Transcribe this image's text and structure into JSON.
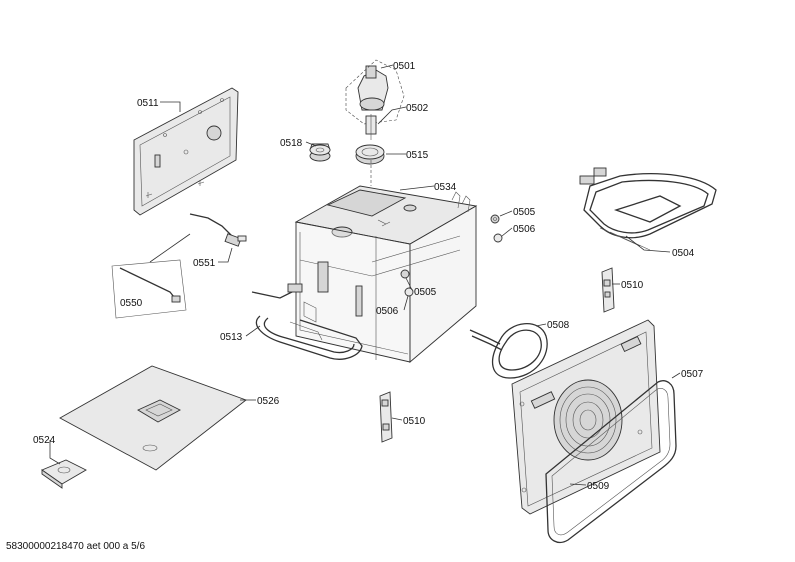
{
  "labels": {
    "l0501": "0501",
    "l0502": "0502",
    "l0515": "0515",
    "l0518": "0518",
    "l0511": "0511",
    "l0534": "0534",
    "l0505a": "0505",
    "l0506a": "0506",
    "l0504": "0504",
    "l0551": "0551",
    "l0550": "0550",
    "l0505b": "0505",
    "l0506b": "0506",
    "l0510a": "0510",
    "l0513": "0513",
    "l0508": "0508",
    "l0507": "0507",
    "l0526": "0526",
    "l0510b": "0510",
    "l0524": "0524",
    "l0509": "0509"
  },
  "footer": "58300000218470 aet 000 a 5/6"
}
